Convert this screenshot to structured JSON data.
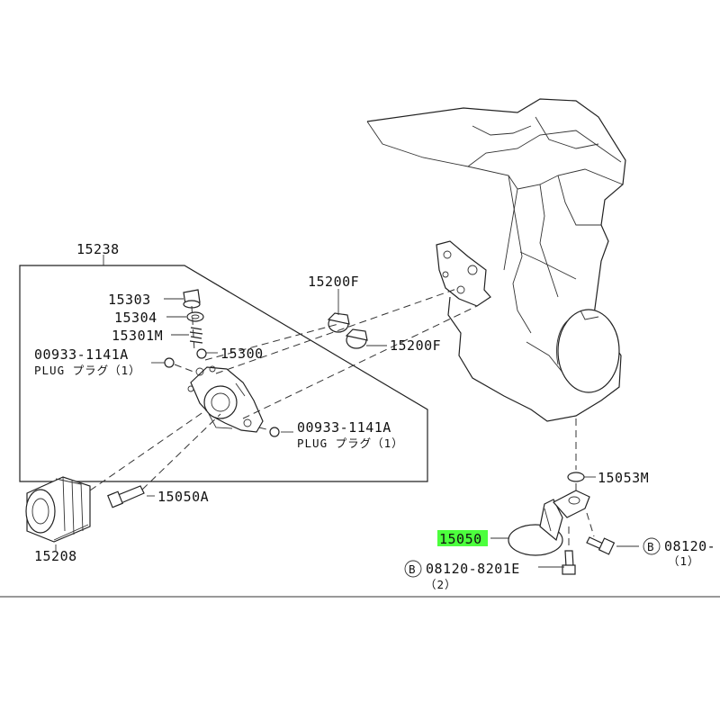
{
  "labels": {
    "assy_15238": "15238",
    "p15303": "15303",
    "p15304": "15304",
    "p15301m": "15301M",
    "p15300": "15300",
    "plug_top_code": "00933-1141A",
    "plug_top_text": "PLUG プラグ（1）",
    "p15200f_top": "15200F",
    "p15200f_bot": "15200F",
    "plug_bot_code": "00933-1141A",
    "plug_bot_text": "PLUG プラグ（1）",
    "p15208": "15208",
    "p15050a": "15050A",
    "p15053m": "15053M",
    "p15050": "15050",
    "bolt_right_code": "08120-",
    "bolt_right_qty": "（1）",
    "bolt_bottom_code": "08120-8201E",
    "bolt_bottom_qty": "（2）",
    "circle_b": "B"
  },
  "colors": {
    "highlight": "#4cff3d",
    "line": "#222222"
  }
}
